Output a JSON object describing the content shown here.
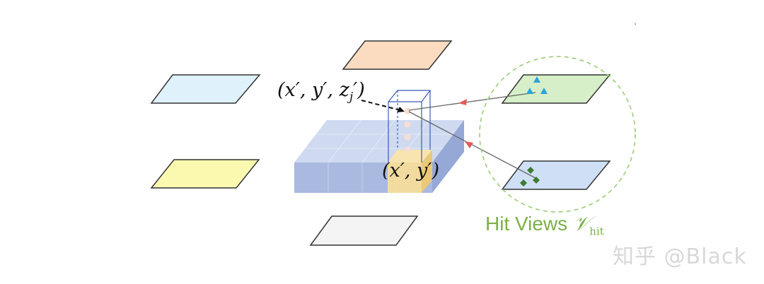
{
  "labels": {
    "point3d": "(x′, y′, z",
    "point3d_sub": "j",
    "point3d_end": "′)",
    "point2d": "(x′, y′)",
    "hit_views_text": "Hit Views ",
    "hit_views_symbol": "𝒱",
    "hit_views_sub": "hit",
    "watermark": "知乎 @Black"
  },
  "colors": {
    "view_blue": "#dff2fb",
    "view_orange": "#fbdcc0",
    "view_yellow": "#fbf8b0",
    "view_white": "#f4f4f4",
    "view_green": "#d7efc8",
    "view_lightblue": "#cfe0f6",
    "voxel_grid": "#aebde0",
    "highlight_column": "#f6dc9a",
    "hit_circle": "#9ccc78",
    "arrow_red": "#e35a5a",
    "marker_triangle": "#2aa3dd",
    "marker_diamond": "#3f7a32"
  }
}
